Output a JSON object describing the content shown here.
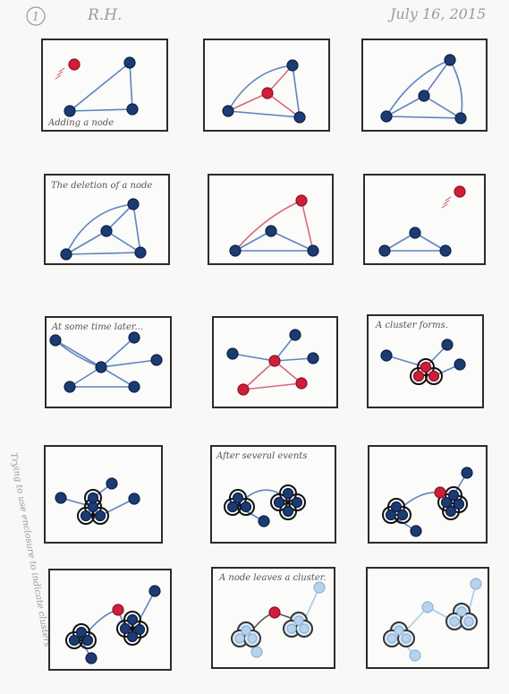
{
  "page": {
    "number": "1",
    "initials": "R.H.",
    "date": "July 16, 2015",
    "margin_note": "Trying to use enclosure to indicate clusters"
  },
  "colors": {
    "node": "#1c3b73",
    "node_rim": "#0d1f45",
    "edge": "#5f84c0",
    "highlight": "#d01e3a",
    "highlight_edge": "#d9677f",
    "faded_node": "#b7d2ec",
    "faded_edge": "#aac9e8",
    "frame": "#2b2b2b"
  },
  "panels": [
    {
      "caption": "Adding a node"
    },
    {
      "caption": ""
    },
    {
      "caption": ""
    },
    {
      "caption": "The deletion of a node"
    },
    {
      "caption": ""
    },
    {
      "caption": ""
    },
    {
      "caption": "At some time later..."
    },
    {
      "caption": ""
    },
    {
      "caption": "A cluster forms."
    },
    {
      "caption": ""
    },
    {
      "caption": "After several events"
    },
    {
      "caption": ""
    },
    {
      "caption": ""
    },
    {
      "caption": "A node leaves a cluster."
    },
    {
      "caption": ""
    }
  ]
}
